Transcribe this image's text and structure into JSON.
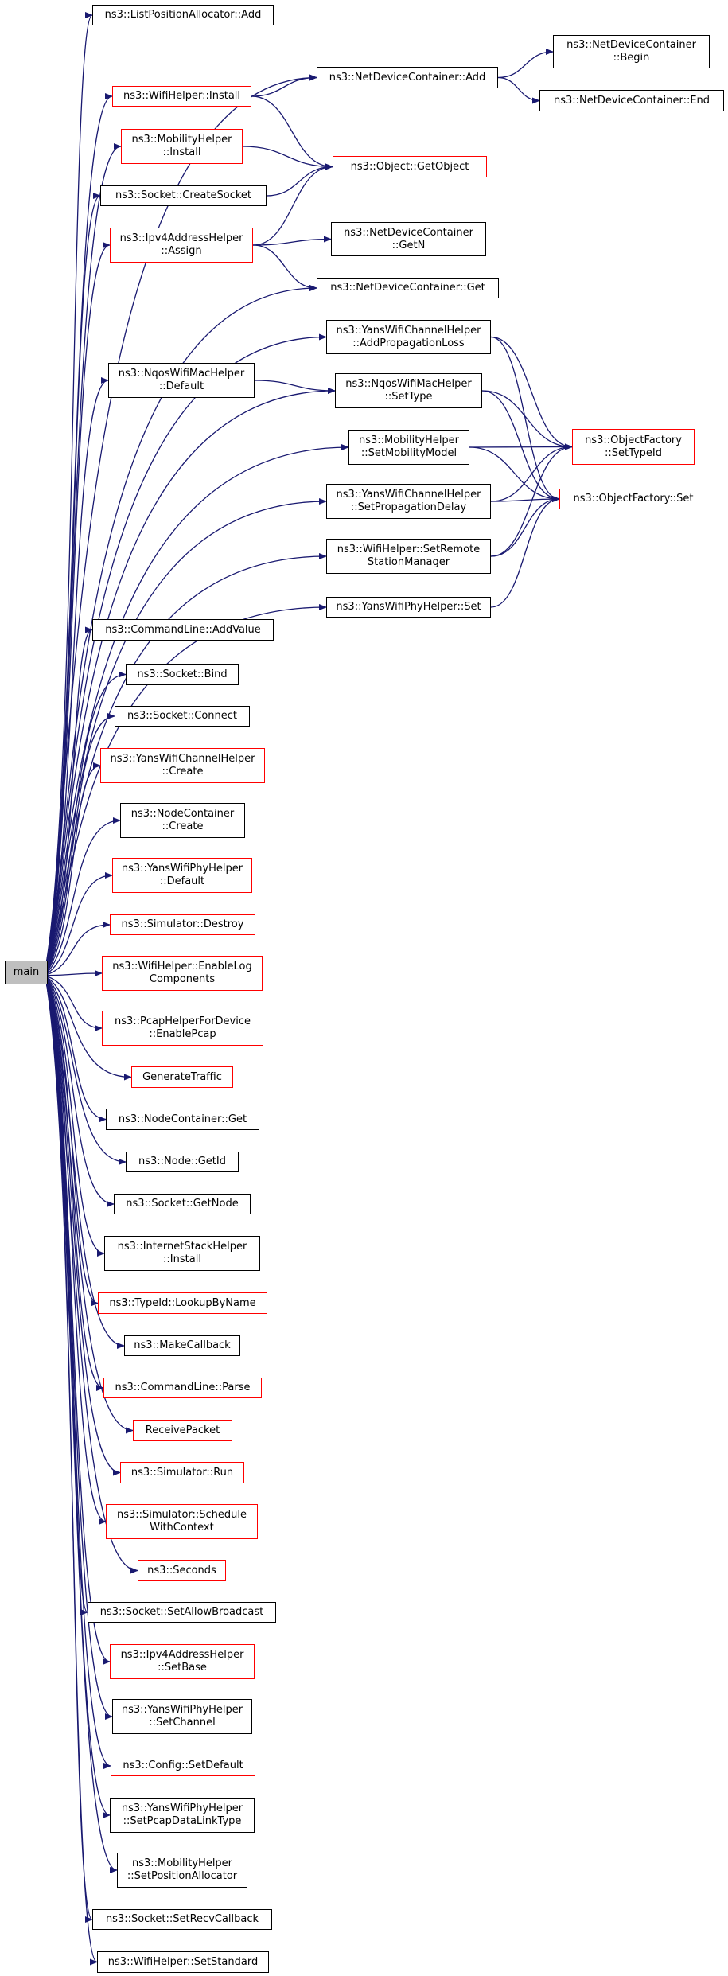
{
  "graph": {
    "edge_color": "#191970",
    "root": "main",
    "nodes": {
      "main": {
        "lines": [
          "main"
        ],
        "style": "root"
      },
      "lpa_add": {
        "lines": [
          "ns3::ListPositionAllocator::Add"
        ],
        "style": "black"
      },
      "ndc_add": {
        "lines": [
          "ns3::NetDeviceContainer::Add"
        ],
        "style": "black"
      },
      "ndc_begin": {
        "lines": [
          "ns3::NetDeviceContainer",
          "::Begin"
        ],
        "style": "black"
      },
      "ndc_end": {
        "lines": [
          "ns3::NetDeviceContainer::End"
        ],
        "style": "black"
      },
      "wifi_install": {
        "lines": [
          "ns3::WifiHelper::Install"
        ],
        "style": "red"
      },
      "mob_install": {
        "lines": [
          "ns3::MobilityHelper",
          "::Install"
        ],
        "style": "red"
      },
      "get_object": {
        "lines": [
          "ns3::Object::GetObject"
        ],
        "style": "red"
      },
      "create_socket": {
        "lines": [
          "ns3::Socket::CreateSocket"
        ],
        "style": "black"
      },
      "ipv4_assign": {
        "lines": [
          "ns3::Ipv4AddressHelper",
          "::Assign"
        ],
        "style": "red"
      },
      "ndc_getn": {
        "lines": [
          "ns3::NetDeviceContainer",
          "::GetN"
        ],
        "style": "black"
      },
      "ndc_get": {
        "lines": [
          "ns3::NetDeviceContainer::Get"
        ],
        "style": "black"
      },
      "ywch_addprop": {
        "lines": [
          "ns3::YansWifiChannelHelper",
          "::AddPropagationLoss"
        ],
        "style": "black"
      },
      "nqos_default": {
        "lines": [
          "ns3::NqosWifiMacHelper",
          "::Default"
        ],
        "style": "black"
      },
      "nqos_settype": {
        "lines": [
          "ns3::NqosWifiMacHelper",
          "::SetType"
        ],
        "style": "black"
      },
      "of_settypeid": {
        "lines": [
          "ns3::ObjectFactory",
          "::SetTypeId"
        ],
        "style": "red"
      },
      "mob_setmob": {
        "lines": [
          "ns3::MobilityHelper",
          "::SetMobilityModel"
        ],
        "style": "black"
      },
      "of_set": {
        "lines": [
          "ns3::ObjectFactory::Set"
        ],
        "style": "red"
      },
      "ywch_setprop": {
        "lines": [
          "ns3::YansWifiChannelHelper",
          "::SetPropagationDelay"
        ],
        "style": "black"
      },
      "wifi_setremote": {
        "lines": [
          "ns3::WifiHelper::SetRemote",
          "StationManager"
        ],
        "style": "black"
      },
      "ywph_set": {
        "lines": [
          "ns3::YansWifiPhyHelper::Set"
        ],
        "style": "black"
      },
      "cl_addvalue": {
        "lines": [
          "ns3::CommandLine::AddValue"
        ],
        "style": "black"
      },
      "socket_bind": {
        "lines": [
          "ns3::Socket::Bind"
        ],
        "style": "black"
      },
      "socket_connect": {
        "lines": [
          "ns3::Socket::Connect"
        ],
        "style": "black"
      },
      "ywch_create": {
        "lines": [
          "ns3::YansWifiChannelHelper",
          "::Create"
        ],
        "style": "red"
      },
      "nc_create": {
        "lines": [
          "ns3::NodeContainer",
          "::Create"
        ],
        "style": "black"
      },
      "ywph_default": {
        "lines": [
          "ns3::YansWifiPhyHelper",
          "::Default"
        ],
        "style": "red"
      },
      "sim_destroy": {
        "lines": [
          "ns3::Simulator::Destroy"
        ],
        "style": "red"
      },
      "wifi_enablelog": {
        "lines": [
          "ns3::WifiHelper::EnableLog",
          "Components"
        ],
        "style": "red"
      },
      "pcap_enable": {
        "lines": [
          "ns3::PcapHelperForDevice",
          "::EnablePcap"
        ],
        "style": "red"
      },
      "gen_traffic": {
        "lines": [
          "GenerateTraffic"
        ],
        "style": "red"
      },
      "nc_get": {
        "lines": [
          "ns3::NodeContainer::Get"
        ],
        "style": "black"
      },
      "node_getid": {
        "lines": [
          "ns3::Node::GetId"
        ],
        "style": "black"
      },
      "socket_getnode": {
        "lines": [
          "ns3::Socket::GetNode"
        ],
        "style": "black"
      },
      "ish_install": {
        "lines": [
          "ns3::InternetStackHelper",
          "::Install"
        ],
        "style": "black"
      },
      "typeid_lookup": {
        "lines": [
          "ns3::TypeId::LookupByName"
        ],
        "style": "red"
      },
      "make_callback": {
        "lines": [
          "ns3::MakeCallback"
        ],
        "style": "black"
      },
      "cl_parse": {
        "lines": [
          "ns3::CommandLine::Parse"
        ],
        "style": "red"
      },
      "receive_packet": {
        "lines": [
          "ReceivePacket"
        ],
        "style": "red"
      },
      "sim_run": {
        "lines": [
          "ns3::Simulator::Run"
        ],
        "style": "red"
      },
      "sim_schedule": {
        "lines": [
          "ns3::Simulator::Schedule",
          "WithContext"
        ],
        "style": "red"
      },
      "seconds": {
        "lines": [
          "ns3::Seconds"
        ],
        "style": "red"
      },
      "socket_allowbc": {
        "lines": [
          "ns3::Socket::SetAllowBroadcast"
        ],
        "style": "black"
      },
      "ipv4_setbase": {
        "lines": [
          "ns3::Ipv4AddressHelper",
          "::SetBase"
        ],
        "style": "red"
      },
      "ywph_setchannel": {
        "lines": [
          "ns3::YansWifiPhyHelper",
          "::SetChannel"
        ],
        "style": "black"
      },
      "config_setdefault": {
        "lines": [
          "ns3::Config::SetDefault"
        ],
        "style": "red"
      },
      "ywph_setpcap": {
        "lines": [
          "ns3::YansWifiPhyHelper",
          "::SetPcapDataLinkType"
        ],
        "style": "black"
      },
      "mob_setposalloc": {
        "lines": [
          "ns3::MobilityHelper",
          "::SetPositionAllocator"
        ],
        "style": "black"
      },
      "socket_setrecv": {
        "lines": [
          "ns3::Socket::SetRecvCallback"
        ],
        "style": "black"
      },
      "wifi_setstandard": {
        "lines": [
          "ns3::WifiHelper::SetStandard"
        ],
        "style": "black"
      }
    },
    "edges": [
      [
        "main",
        "lpa_add"
      ],
      [
        "main",
        "ndc_add"
      ],
      [
        "main",
        "wifi_install"
      ],
      [
        "main",
        "mob_install"
      ],
      [
        "main",
        "create_socket"
      ],
      [
        "main",
        "ipv4_assign"
      ],
      [
        "main",
        "ndc_get"
      ],
      [
        "main",
        "ywch_addprop"
      ],
      [
        "main",
        "nqos_default"
      ],
      [
        "main",
        "nqos_settype"
      ],
      [
        "main",
        "mob_setmob"
      ],
      [
        "main",
        "ywch_setprop"
      ],
      [
        "main",
        "wifi_setremote"
      ],
      [
        "main",
        "ywph_set"
      ],
      [
        "main",
        "cl_addvalue"
      ],
      [
        "main",
        "socket_bind"
      ],
      [
        "main",
        "socket_connect"
      ],
      [
        "main",
        "ywch_create"
      ],
      [
        "main",
        "nc_create"
      ],
      [
        "main",
        "ywph_default"
      ],
      [
        "main",
        "sim_destroy"
      ],
      [
        "main",
        "wifi_enablelog"
      ],
      [
        "main",
        "pcap_enable"
      ],
      [
        "main",
        "gen_traffic"
      ],
      [
        "main",
        "nc_get"
      ],
      [
        "main",
        "node_getid"
      ],
      [
        "main",
        "socket_getnode"
      ],
      [
        "main",
        "ish_install"
      ],
      [
        "main",
        "typeid_lookup"
      ],
      [
        "main",
        "make_callback"
      ],
      [
        "main",
        "cl_parse"
      ],
      [
        "main",
        "receive_packet"
      ],
      [
        "main",
        "sim_run"
      ],
      [
        "main",
        "sim_schedule"
      ],
      [
        "main",
        "seconds"
      ],
      [
        "main",
        "socket_allowbc"
      ],
      [
        "main",
        "ipv4_setbase"
      ],
      [
        "main",
        "ywph_setchannel"
      ],
      [
        "main",
        "config_setdefault"
      ],
      [
        "main",
        "ywph_setpcap"
      ],
      [
        "main",
        "mob_setposalloc"
      ],
      [
        "main",
        "socket_setrecv"
      ],
      [
        "main",
        "wifi_setstandard"
      ],
      [
        "ndc_add",
        "ndc_begin"
      ],
      [
        "ndc_add",
        "ndc_end"
      ],
      [
        "wifi_install",
        "ndc_add"
      ],
      [
        "wifi_install",
        "get_object"
      ],
      [
        "mob_install",
        "get_object"
      ],
      [
        "create_socket",
        "get_object"
      ],
      [
        "ipv4_assign",
        "get_object"
      ],
      [
        "ipv4_assign",
        "ndc_getn"
      ],
      [
        "ipv4_assign",
        "ndc_get"
      ],
      [
        "ywch_addprop",
        "of_settypeid"
      ],
      [
        "ywch_addprop",
        "of_set"
      ],
      [
        "nqos_default",
        "nqos_settype"
      ],
      [
        "nqos_settype",
        "of_settypeid"
      ],
      [
        "nqos_settype",
        "of_set"
      ],
      [
        "mob_setmob",
        "of_settypeid"
      ],
      [
        "mob_setmob",
        "of_set"
      ],
      [
        "ywch_setprop",
        "of_settypeid"
      ],
      [
        "ywch_setprop",
        "of_set"
      ],
      [
        "wifi_setremote",
        "of_settypeid"
      ],
      [
        "wifi_setremote",
        "of_set"
      ],
      [
        "ywph_set",
        "of_set"
      ]
    ]
  }
}
